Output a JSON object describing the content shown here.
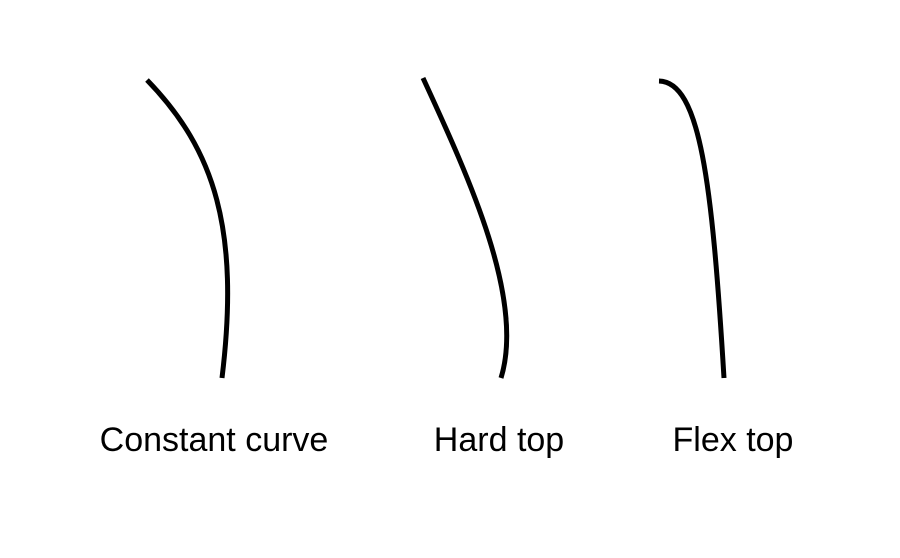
{
  "figure": {
    "stroke_color": "#000000",
    "text_color": "#000000",
    "background": "#ffffff",
    "profiles": [
      {
        "label": "Constant curve"
      },
      {
        "label": "Hard top"
      },
      {
        "label": "Flex top"
      }
    ]
  }
}
